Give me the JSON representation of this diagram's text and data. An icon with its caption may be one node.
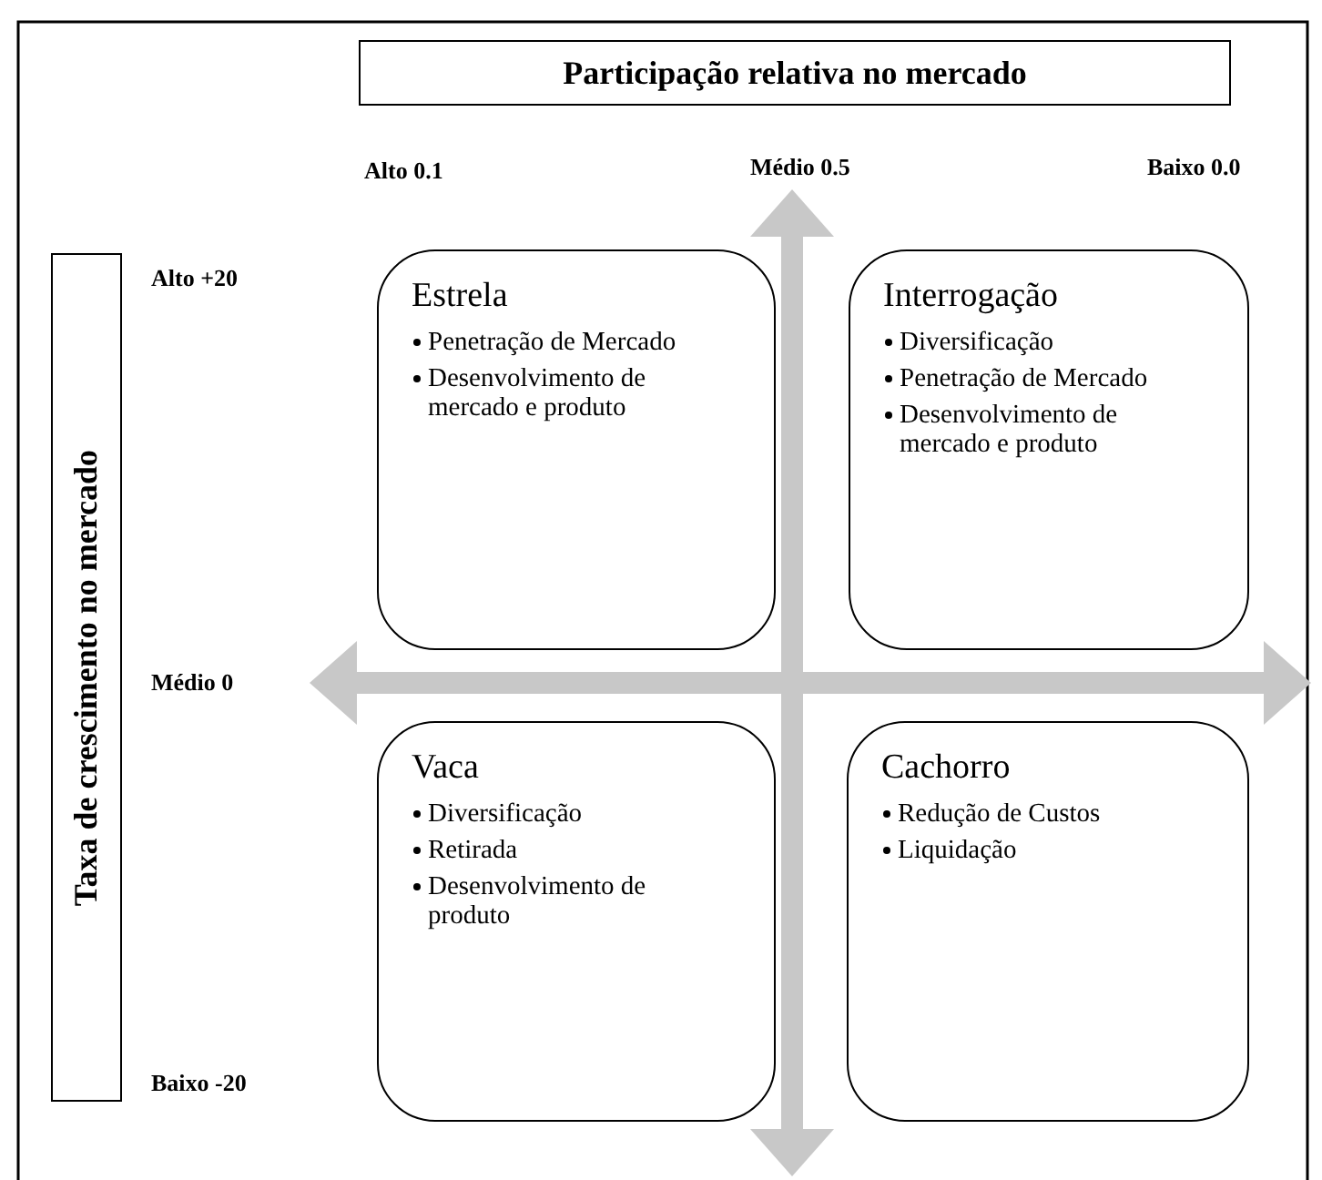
{
  "diagram": {
    "nodes": [
      {
        "text": [
          "Participação relativa no mercado"
        ]
      },
      {
        "text": [
          "Taxa de crescimento no mercado"
        ]
      },
      {
        "text": [
          "Estrela",
          "Penetração de Mercado",
          "Desenvolvimento de mercado e produto"
        ]
      },
      {
        "text": [
          "Interrogação",
          "Diversificação",
          "Penetração de Mercado",
          "Desenvolvimento de mercado e produto"
        ]
      },
      {
        "text": [
          "Vaca",
          "Diversificação",
          "Retirada",
          "Desenvolvimento de produto"
        ]
      },
      {
        "text": [
          "Cachorro",
          "Redução de Custos",
          "Liquidação"
        ]
      }
    ],
    "labels": [
      "Alto 0.1",
      "Médio 0.5",
      "Baixo 0.0",
      "Alto +20",
      "Médio 0",
      "Baixo -20"
    ]
  }
}
